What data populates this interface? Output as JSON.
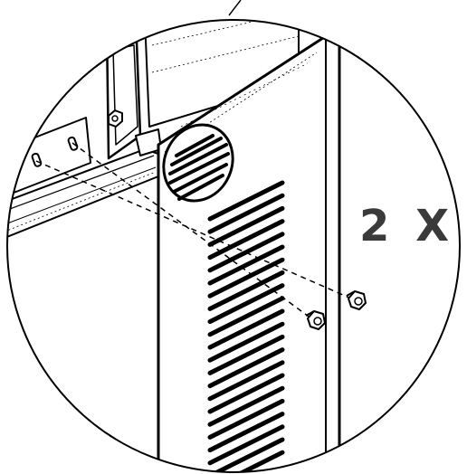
{
  "callout": {
    "quantity_label": "2 X"
  },
  "colors": {
    "line": "#000000",
    "background": "#ffffff",
    "label": "#3a3a3a"
  },
  "parts": {
    "screw_count": 2,
    "vent_slot_count": 22
  }
}
